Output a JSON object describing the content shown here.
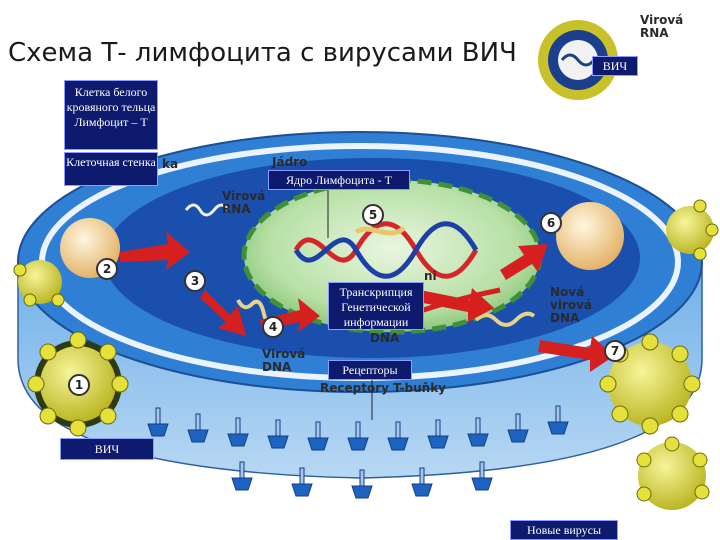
{
  "title": "Схема Т- лимфоцита с вирусами ВИЧ",
  "labels": {
    "white_blood_cell": "Клетка белого кровяного тельца Лимфоцит – Т",
    "cell_wall": "Клеточная стенка",
    "nucleus": "Ядро Лимфоцита - Т",
    "transcription": "Транскрипция Генетической информации",
    "receptors": "Рецепторы",
    "hiv_left": "ВИЧ",
    "hiv_top": "ВИЧ",
    "new_viruses": "Новые вирусы"
  },
  "original_labels": {
    "virova_rna_top": "Virová RNA",
    "virova_rna_inner": "Virová RNA",
    "jadro": "Jádro",
    "ka": "ka",
    "nova_virova_dna": "Nová virová DNA",
    "virova_dna": "Virová DNA",
    "receptory": "Receptory T-buňky",
    "ni": "ni",
    "dna": "DNA"
  },
  "steps": [
    "1",
    "2",
    "3",
    "4",
    "5",
    "6",
    "7"
  ],
  "colors": {
    "label_bg": "#0d1a6e",
    "cell_blue": "#2a73c9",
    "inner_blue": "#123f9c",
    "nucleus_green": "#a9d99c",
    "arrow_red": "#d62020",
    "virus_yellow": "#e6e03a",
    "receptor_blue": "#1e63c0"
  }
}
